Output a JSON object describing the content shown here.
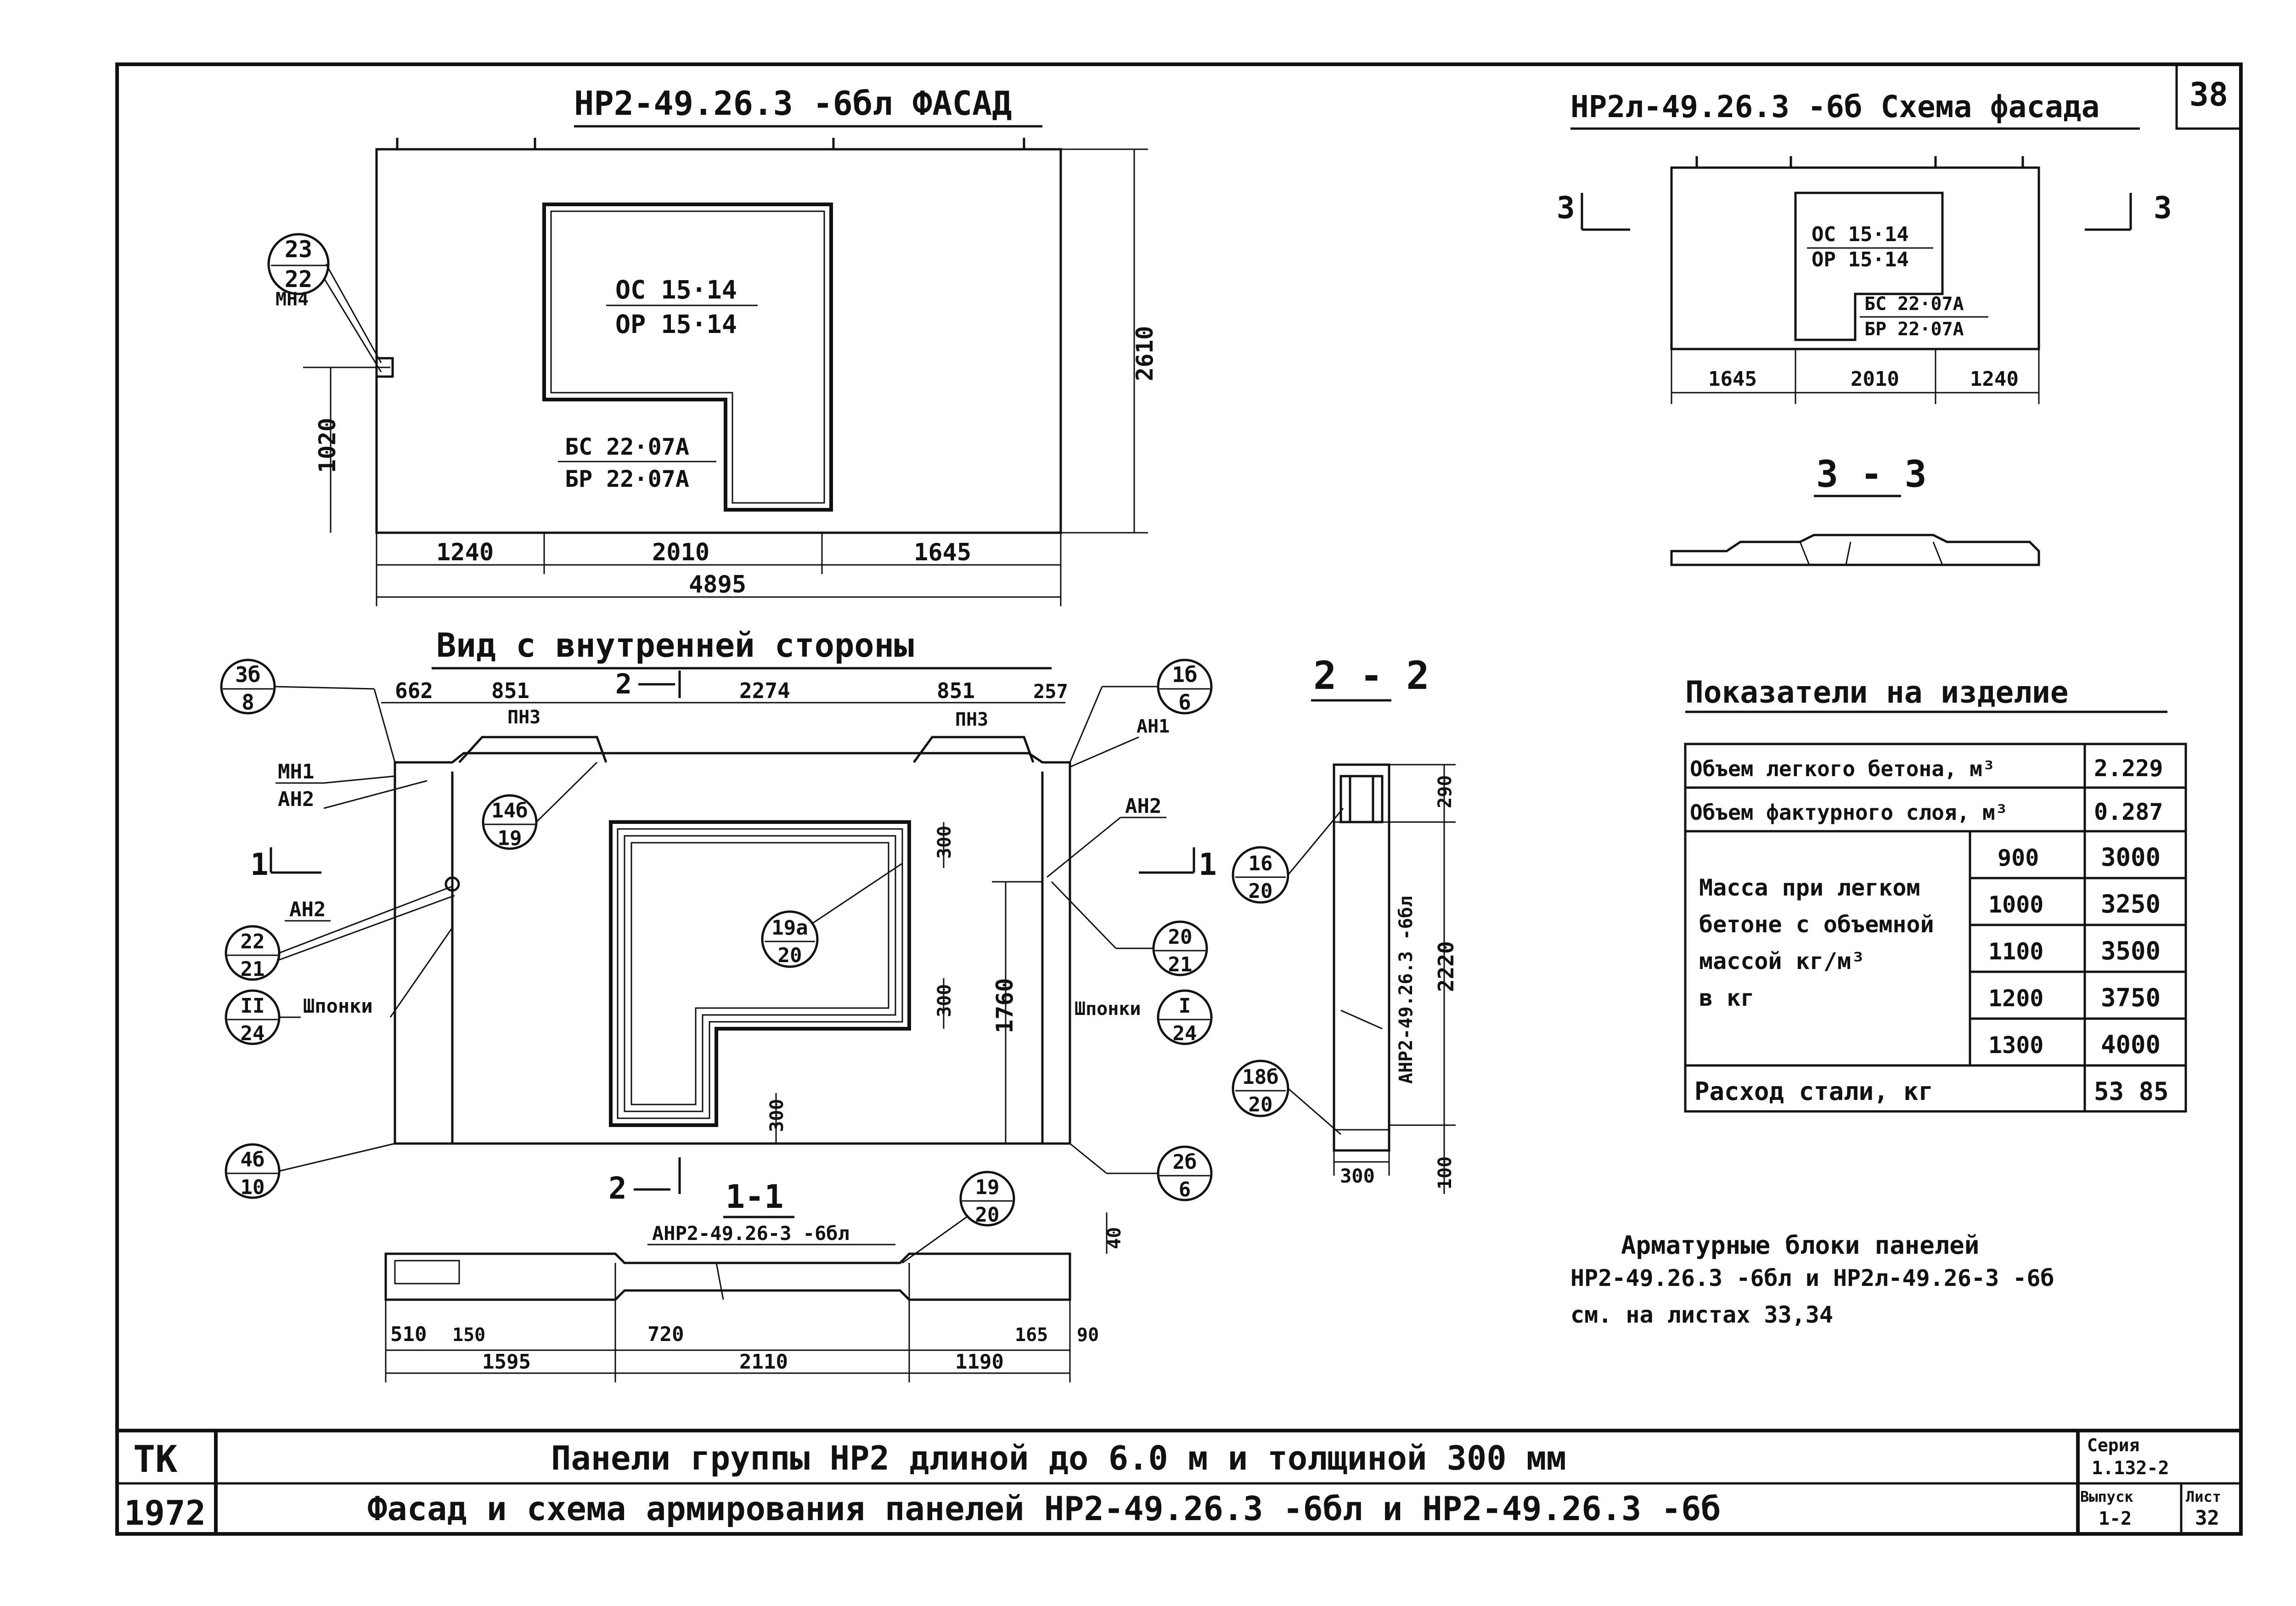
{
  "sheet_number": "38",
  "facade": {
    "title": "НР2-49.26.3 -6бл ФАСАД",
    "window_mark_1": "ОС 15·14",
    "window_mark_2": "ОР 15·14",
    "door_mark_1": "БС 22·07А",
    "door_mark_2": "БР 22·07А",
    "callout_top": "23",
    "callout_bottom": "22",
    "callout_tag": "МН4",
    "dim_height": "2610",
    "dim_left_height": "1020",
    "dim_seg_1": "1240",
    "dim_seg_2": "2010",
    "dim_seg_3": "1645",
    "dim_total": "4895"
  },
  "scheme": {
    "title": "НР2л-49.26.3 -6б Схема фасада",
    "window_mark_1": "ОС 15·14",
    "window_mark_2": "ОР 15·14",
    "door_mark_1": "БС 22·07А",
    "door_mark_2": "БР 22·07А",
    "cut_label": "3",
    "dim_seg_1": "1645",
    "dim_seg_2": "2010",
    "dim_seg_3": "1240",
    "section_title": "3 - 3"
  },
  "inner_view": {
    "title": "Вид с внутренней стороны",
    "dims_top": [
      "662",
      "851",
      "2274",
      "851",
      "257"
    ],
    "pnz_label": "ПНЗ",
    "cut_2_label": "2",
    "cut_1_label": "1",
    "tags": {
      "mn1": "МН1",
      "an2_a": "АН2",
      "an2_b": "АН2",
      "an2_c": "АН2",
      "an1": "АН1",
      "shponki_left": "Шпонки",
      "shponki_right": "Шпонки"
    },
    "callouts": [
      {
        "top": "3б",
        "bottom": "8"
      },
      {
        "top": "14б",
        "bottom": "19"
      },
      {
        "top": "22",
        "bottom": "21"
      },
      {
        "top": "II",
        "bottom": "24"
      },
      {
        "top": "4б",
        "bottom": "10"
      },
      {
        "top": "1б",
        "bottom": "6"
      },
      {
        "top": "19а",
        "bottom": "20"
      },
      {
        "top": "20",
        "bottom": "21"
      },
      {
        "top": "I",
        "bottom": "24"
      },
      {
        "top": "2б",
        "bottom": "6"
      }
    ],
    "dim_300_a": "300",
    "dim_300_b": "300",
    "dim_300_c": "300",
    "dim_1760": "1760"
  },
  "section_2_2": {
    "title": "2 - 2",
    "label_vertical": "АНР2-49.26.3 -6бл",
    "callout_a": {
      "top": "16",
      "bottom": "20"
    },
    "callout_b": {
      "top": "18б",
      "bottom": "20"
    },
    "dim_290": "290",
    "dim_2220": "2220",
    "dim_100": "100",
    "dim_300": "300"
  },
  "section_1_1": {
    "title": "1-1",
    "label": "АНР2-49.26-3 -6бл",
    "callout": {
      "top": "19",
      "bottom": "20"
    },
    "dim_40": "40",
    "dims_low": [
      "510",
      "150",
      "720",
      "165",
      "90"
    ],
    "dims_total": [
      "1595",
      "2110",
      "1190"
    ]
  },
  "indicators": {
    "title": "Показатели на изделие",
    "rows": [
      {
        "label": "Объем легкого бетона, м³",
        "value": "2.229"
      },
      {
        "label": "Объем фактурного слоя, м³",
        "value": "0.287"
      }
    ],
    "mass_label_lines": [
      "Масса при легком",
      "бетоне с объемной",
      "массой кг/м³",
      "в кг"
    ],
    "mass_rows": [
      {
        "density": "900",
        "value": "3000"
      },
      {
        "density": "1000",
        "value": "3250"
      },
      {
        "density": "1100",
        "value": "3500"
      },
      {
        "density": "1200",
        "value": "3750"
      },
      {
        "density": "1300",
        "value": "4000"
      }
    ],
    "steel_label": "Расход стали, кг",
    "steel_value": "53 85"
  },
  "note": {
    "line1": "Арматурные блоки панелей",
    "line2": "НР2-49.26.3 -6бл и НР2л-49.26-3 -6б",
    "line3": "см. на листах 33,34"
  },
  "title_block": {
    "org": "ТК",
    "year": "1972",
    "line1": "Панели группы НР2 длиной до 6.0 м и толщиной 300 мм",
    "line2": "Фасад и схема армирования панелей НР2-49.26.3 -6бл и НР2-49.26.3 -6б",
    "series_label": "Серия",
    "series_value": "1.132-2",
    "issue_label": "Выпуск",
    "issue_value": "1-2",
    "sheet_label": "Лист",
    "sheet_value": "32"
  }
}
